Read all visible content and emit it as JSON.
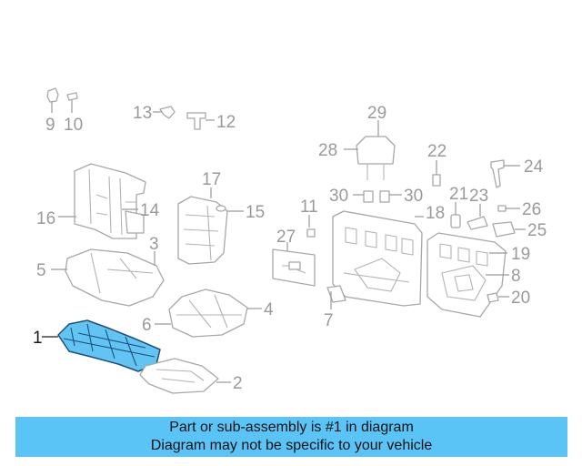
{
  "callouts": {
    "c1": "1",
    "c2": "2",
    "c3": "3",
    "c4": "4",
    "c5": "5",
    "c6": "6",
    "c7": "7",
    "c8": "8",
    "c9": "9",
    "c10": "10",
    "c11": "11",
    "c12": "12",
    "c13": "13",
    "c14": "14",
    "c15": "15",
    "c16": "16",
    "c17": "17",
    "c18": "18",
    "c19": "19",
    "c20": "20",
    "c21": "21",
    "c22": "22",
    "c23": "23",
    "c24": "24",
    "c25": "25",
    "c26": "26",
    "c27": "27",
    "c28": "28",
    "c29": "29",
    "c30a": "30",
    "c30b": "30"
  },
  "highlight_color": "#62c4f2",
  "banner": {
    "line1": "Part or sub-assembly is #1 in diagram",
    "line2": "Diagram may not be specific to your vehicle",
    "background": "#5bc4f7"
  }
}
